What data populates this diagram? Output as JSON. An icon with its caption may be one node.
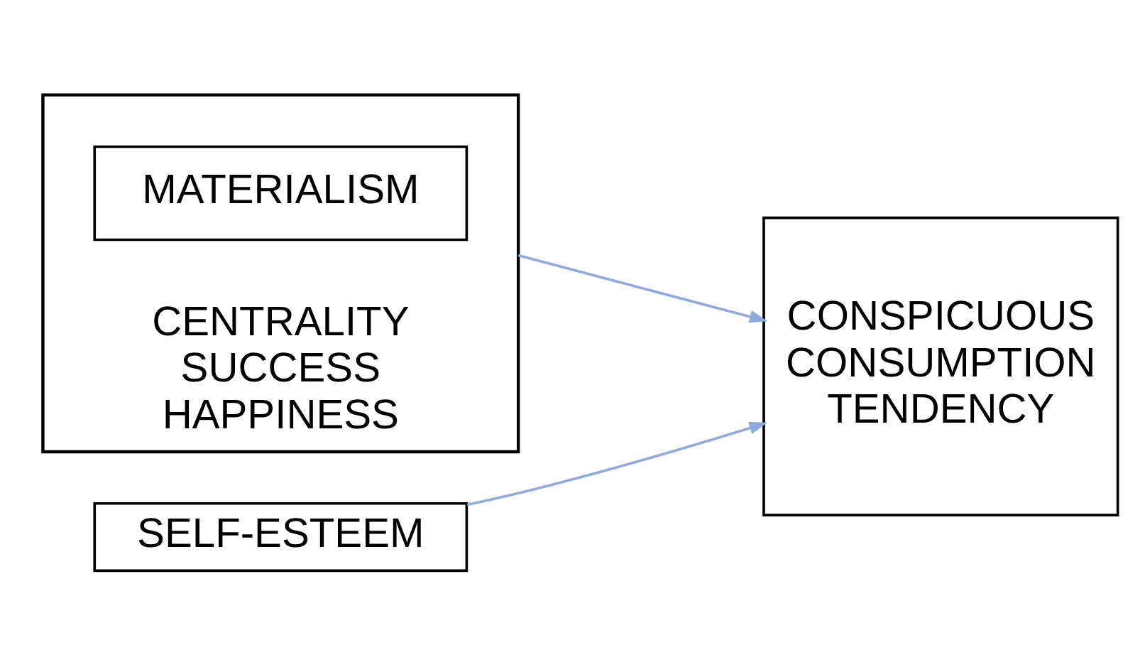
{
  "diagram": {
    "nodes": [
      {
        "text": [
          "CENTRALITY SUCCESS HAPPINESS"
        ]
      },
      {
        "text": [
          "MATERIALISM"
        ],
        "in": 0
      },
      {
        "text": [
          "CONSPICUOUS CONSUMPTION TENDENCY"
        ]
      },
      {
        "text": [
          "SELF-ESTEEM"
        ]
      }
    ],
    "edges": [
      {
        "from": 0,
        "to": 2,
        "arrow": "to"
      },
      {
        "from": 3,
        "to": 2,
        "arrow": "to"
      }
    ]
  }
}
